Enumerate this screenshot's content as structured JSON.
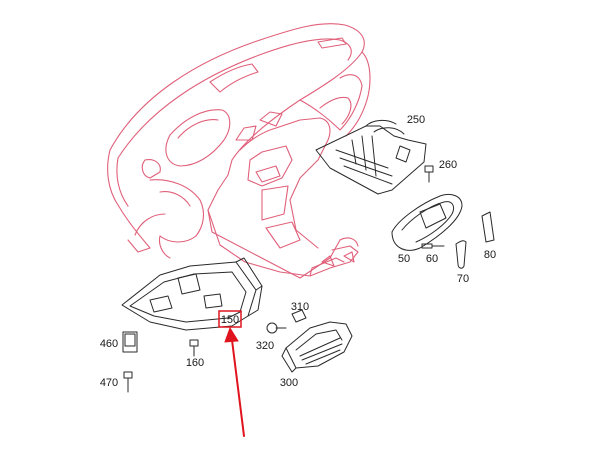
{
  "colors": {
    "dashboard_outline": "#e0607a",
    "part_outline": "#2a2a2a",
    "highlight": "#e0141e",
    "label": "#1a1a1a"
  },
  "callouts": [
    {
      "id": "250",
      "text": "250"
    },
    {
      "id": "260",
      "text": "260"
    },
    {
      "id": "50",
      "text": "50"
    },
    {
      "id": "60",
      "text": "60"
    },
    {
      "id": "70",
      "text": "70"
    },
    {
      "id": "80",
      "text": "80"
    },
    {
      "id": "310",
      "text": "310"
    },
    {
      "id": "320",
      "text": "320"
    },
    {
      "id": "300",
      "text": "300"
    },
    {
      "id": "150",
      "text": "150",
      "highlighted": true
    },
    {
      "id": "160",
      "text": "160"
    },
    {
      "id": "460",
      "text": "460"
    },
    {
      "id": "470",
      "text": "470"
    }
  ],
  "highlight_arrow": {
    "points_to": "150"
  }
}
